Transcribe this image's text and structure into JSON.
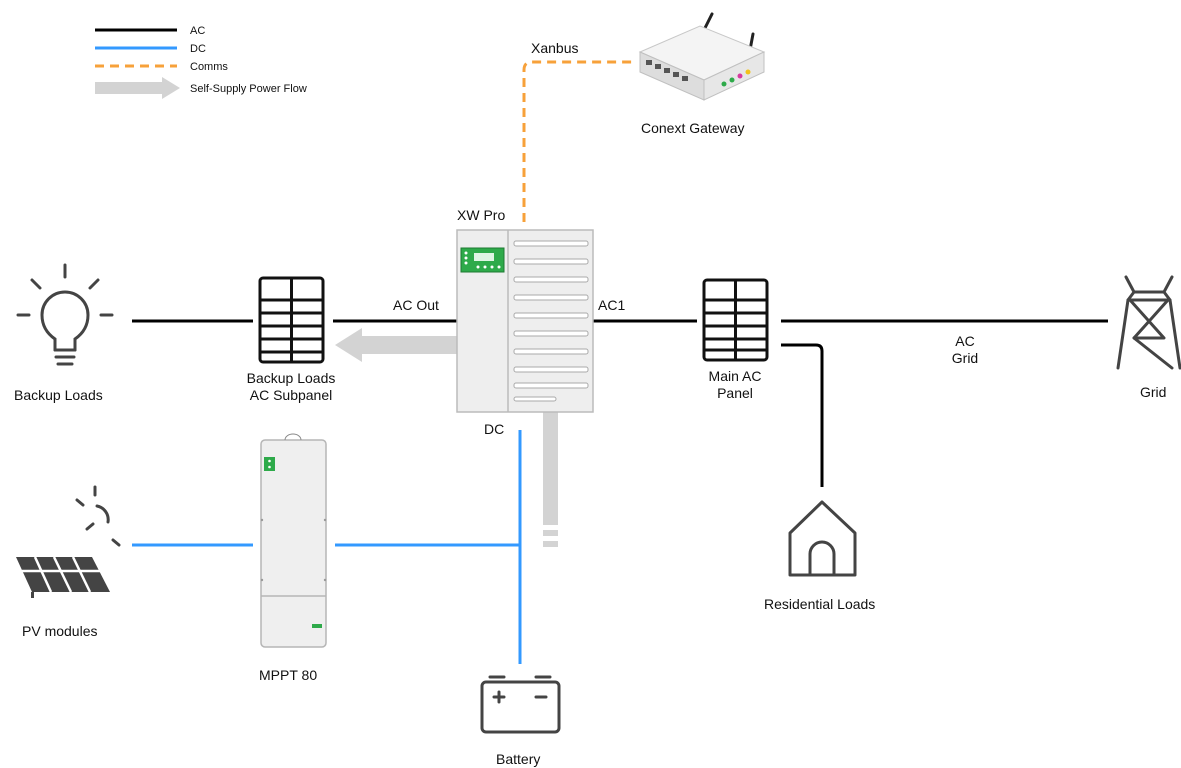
{
  "legend": {
    "ac": "AC",
    "dc": "DC",
    "comms": "Comms",
    "flow": "Self-Supply Power Flow"
  },
  "colors": {
    "ac": "#000000",
    "dc": "#3399ff",
    "comms": "#f7a13a",
    "flow": "#d3d3d3",
    "icon": "#444444",
    "accent_green": "#2eaa4a"
  },
  "nodes": {
    "gateway": "Conext Gateway",
    "xw_pro": "XW Pro",
    "backup_loads": "Backup Loads",
    "subpanel_line1": "Backup Loads",
    "subpanel_line2": "AC Subpanel",
    "main_panel_line1": "Main AC",
    "main_panel_line2": "Panel",
    "grid": "Grid",
    "residential": "Residential Loads",
    "pv": "PV modules",
    "mppt": "MPPT 80",
    "battery": "Battery"
  },
  "connections": {
    "xanbus": "Xanbus",
    "ac_out": "AC Out",
    "ac1": "AC1",
    "dc": "DC",
    "ac_grid_line1": "AC",
    "ac_grid_line2": "Grid"
  }
}
